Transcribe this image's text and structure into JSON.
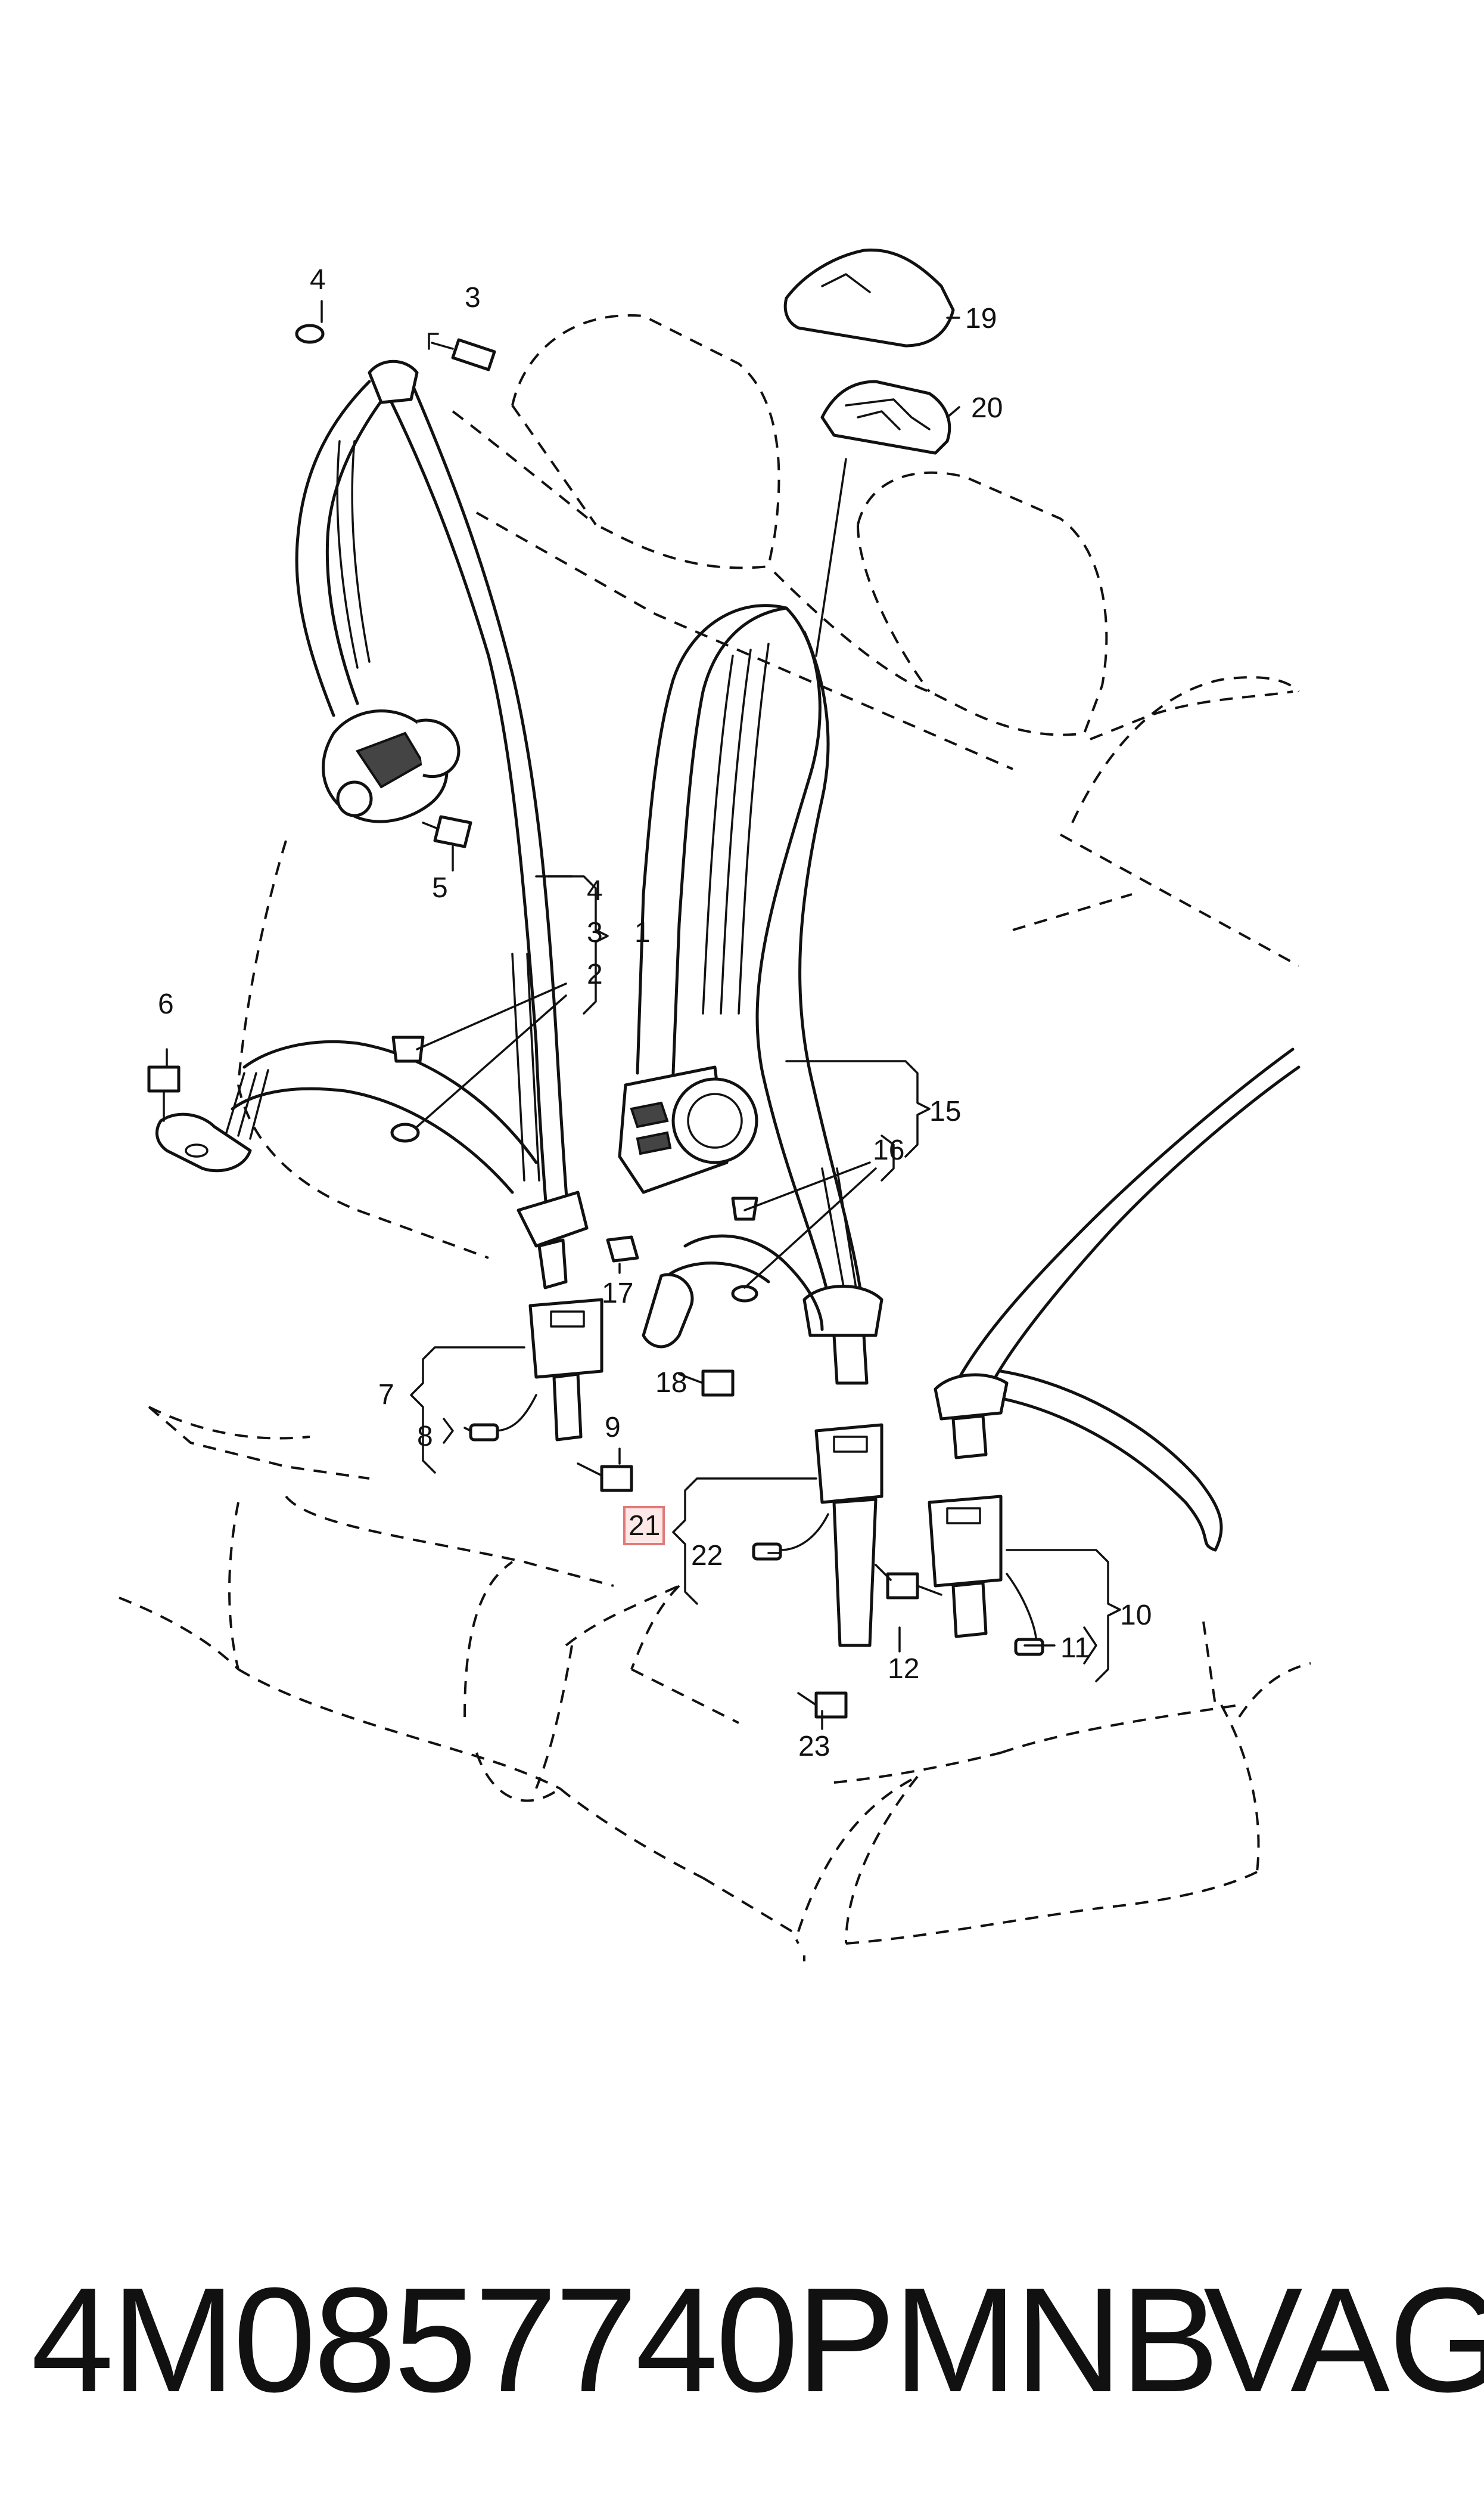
{
  "diagram": {
    "callouts": {
      "c1": "1",
      "c2": "2",
      "c3": "3",
      "c4": "4",
      "c5": "5",
      "c6": "6",
      "c7": "7",
      "c8": "8",
      "c9": "9",
      "c10": "10",
      "c11": "11",
      "c12": "12",
      "c15": "15",
      "c16": "16",
      "c17": "17",
      "c18": "18",
      "c19": "19",
      "c20": "20",
      "c21": "21",
      "c22": "22",
      "c23": "23"
    },
    "bracket_labels": {
      "b4": "4",
      "b3": "3",
      "b2": "2"
    },
    "highlight_color": "#e07a7a"
  },
  "footer": {
    "part_number": "4M0857740PMNB",
    "brand": "VAG"
  }
}
